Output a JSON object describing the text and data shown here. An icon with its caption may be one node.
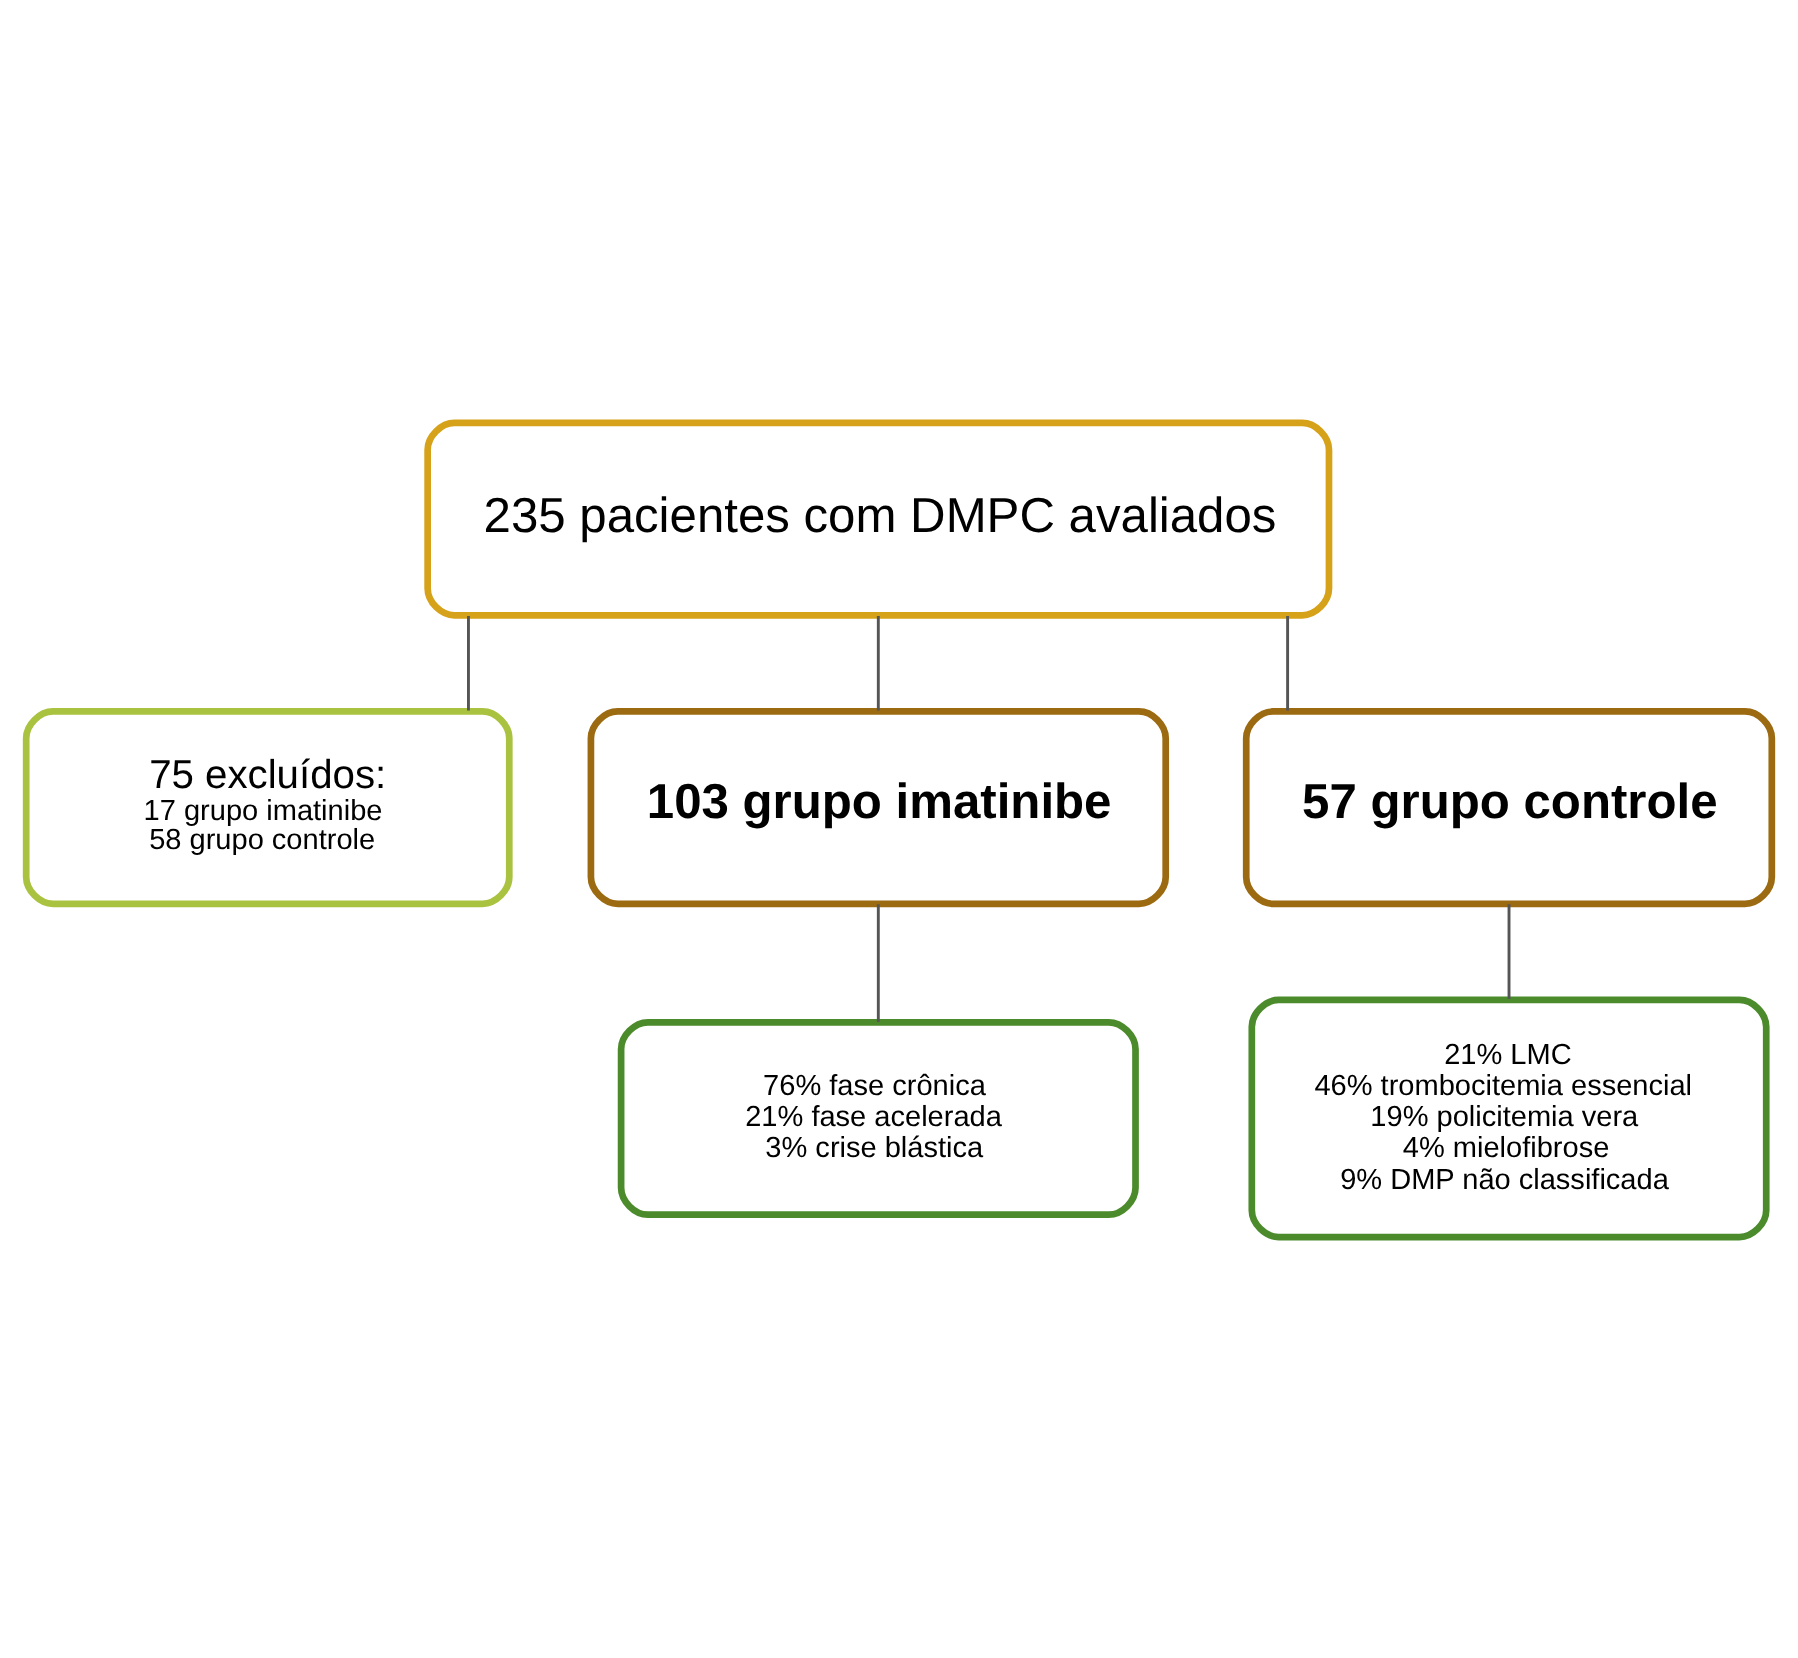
{
  "diagram": {
    "nodes": [
      {
        "text": [
          "235 pacientes com DMPC avaliados"
        ]
      },
      {
        "text": [
          "75 excluídos:",
          "17 grupo imatinibe",
          "58 grupo controle"
        ]
      },
      {
        "text": [
          "103 grupo imatinibe"
        ]
      },
      {
        "text": [
          "57 grupo controle"
        ]
      },
      {
        "text": [
          "76% fase crônica",
          "21% fase acelerada",
          "3% crise blástica"
        ]
      },
      {
        "text": [
          "21% LMC",
          "46% trombocitemia essencial",
          "19% policitemia vera",
          "4% mielofibrose",
          "9% DMP não classificada"
        ]
      }
    ],
    "edges": [
      {
        "from": 0,
        "to": 1,
        "arrow": "none"
      },
      {
        "from": 0,
        "to": 2,
        "arrow": "none"
      },
      {
        "from": 0,
        "to": 3,
        "arrow": "none"
      },
      {
        "from": 2,
        "to": 4,
        "arrow": "none"
      },
      {
        "from": 3,
        "to": 5,
        "arrow": "none"
      }
    ]
  }
}
